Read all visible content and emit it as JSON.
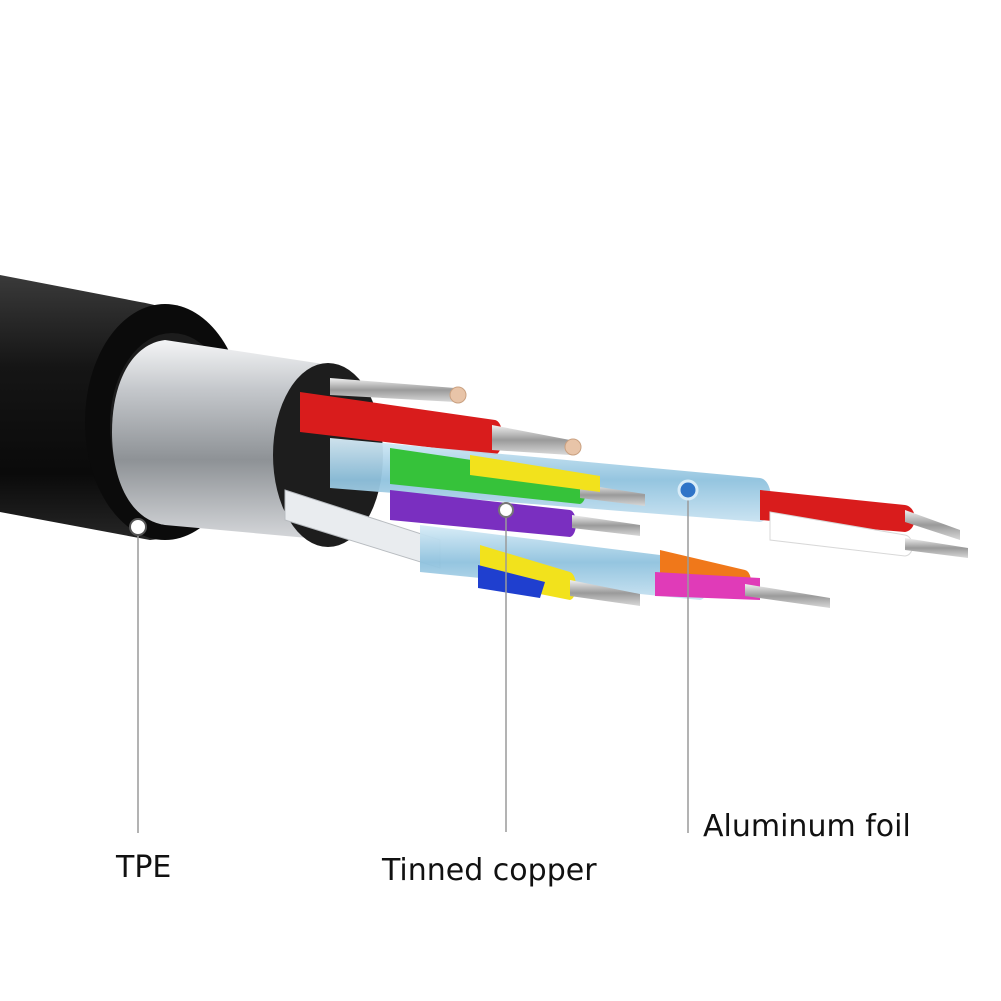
{
  "callouts": {
    "tpe": {
      "label": "TPE",
      "marker": "white-dot"
    },
    "copper": {
      "label": "Tinned copper",
      "marker": "white-dot"
    },
    "foil": {
      "label": "Aluminum foil",
      "marker": "blue-dot"
    }
  },
  "colors": {
    "jacket": "#141414",
    "shield": "#c9ccd0",
    "foil_blue": "#a9d3ea",
    "callout_line": "#9a9a9a",
    "foil_dot": "#2f74c8",
    "wires": [
      "#d91c1c",
      "#36c23a",
      "#7a2fc0",
      "#f2e21c",
      "#1f3fcf",
      "#f0781a",
      "#e03bb8",
      "#ffffff"
    ]
  }
}
